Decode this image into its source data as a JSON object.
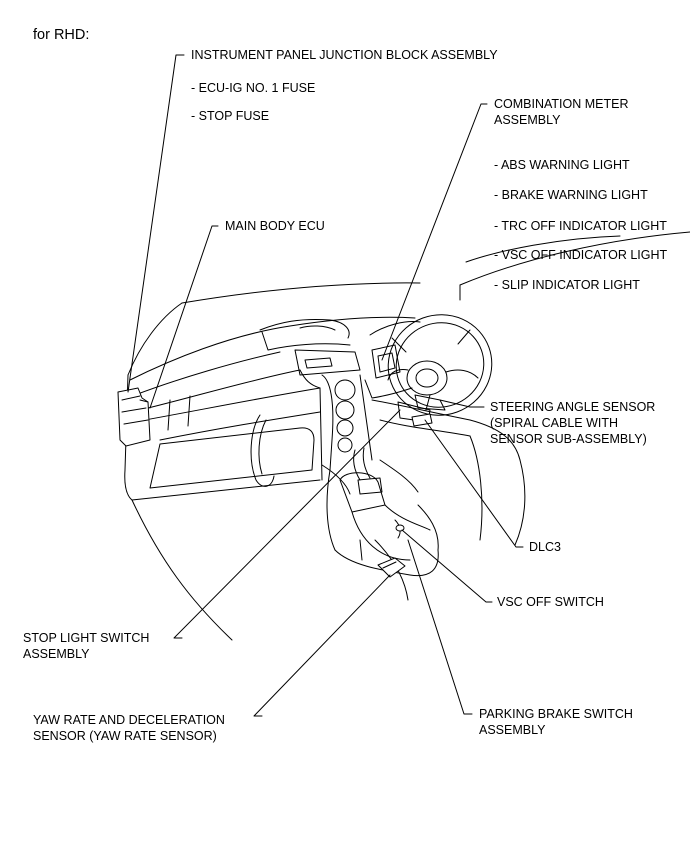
{
  "heading": "for RHD:",
  "labels": {
    "ipjb": "INSTRUMENT PANEL JUNCTION BLOCK ASSEMBLY",
    "ipjb_items": [
      "- ECU-IG NO. 1 FUSE",
      "- STOP FUSE"
    ],
    "main_body_ecu": "MAIN BODY ECU",
    "combination_meter": [
      "COMBINATION METER",
      "ASSEMBLY"
    ],
    "meter_items": [
      "- ABS WARNING LIGHT",
      "- BRAKE WARNING LIGHT",
      "- TRC OFF INDICATOR LIGHT",
      "- VSC OFF INDICATOR LIGHT",
      "- SLIP INDICATOR LIGHT"
    ],
    "steering_angle_sensor": [
      "STEERING ANGLE SENSOR",
      "(SPIRAL CABLE WITH",
      "SENSOR SUB-ASSEMBLY)"
    ],
    "dlc3": "DLC3",
    "vsc_off_switch": "VSC OFF SWITCH",
    "stop_light_switch": [
      "STOP LIGHT SWITCH",
      "ASSEMBLY"
    ],
    "yaw_rate_sensor": [
      "YAW RATE AND DECELERATION",
      "SENSOR (YAW RATE SENSOR)"
    ],
    "parking_brake_switch": [
      "PARKING BRAKE SWITCH",
      "ASSEMBLY"
    ]
  },
  "colors": {
    "line": "#000000",
    "background": "#ffffff"
  }
}
